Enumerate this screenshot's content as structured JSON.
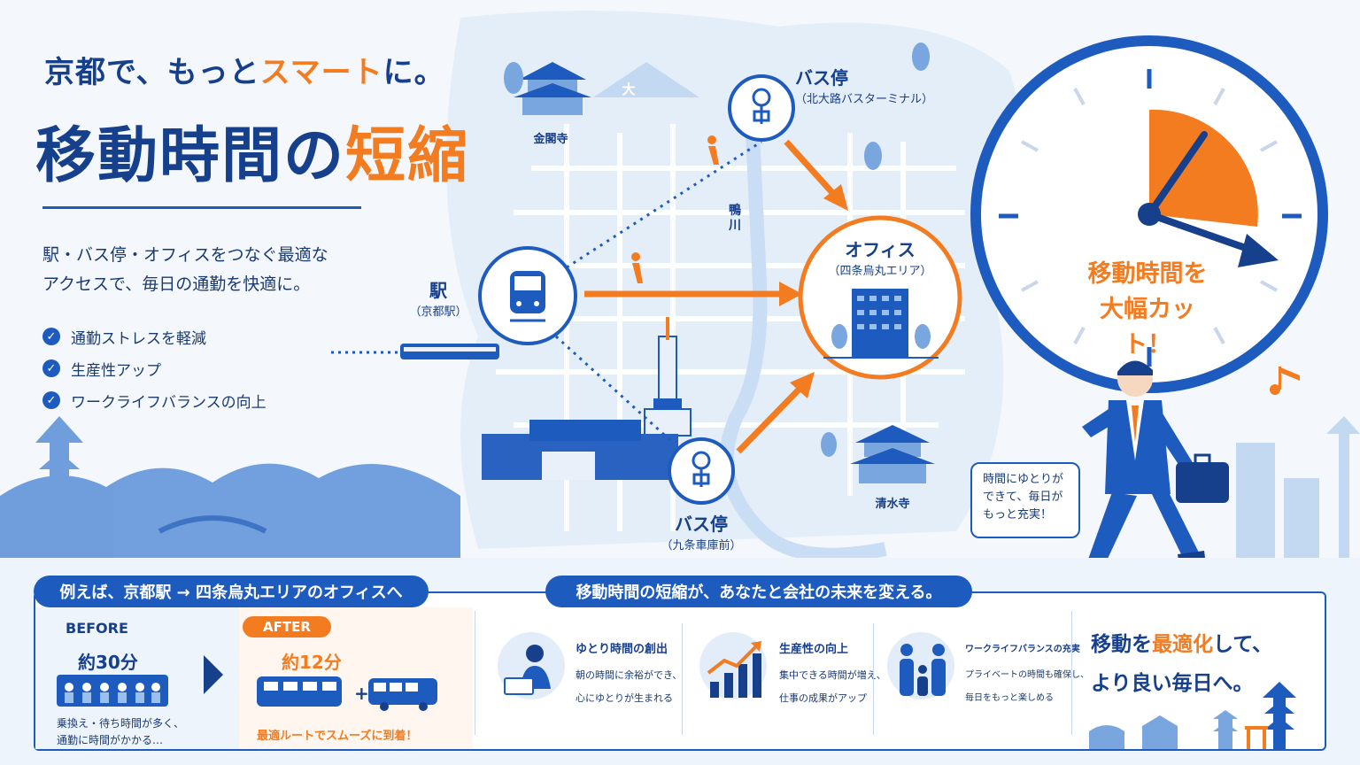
{
  "hero": {
    "subtitle_pre": "京都で、もっと",
    "subtitle_accent": "スマート",
    "subtitle_post": "に。",
    "title_main": "移動時間の",
    "title_accent": "短縮",
    "lead_line1": "駅・バス停・オフィスをつなぐ最適な",
    "lead_line2": "アクセスで、毎日の通勤を快適に。",
    "checks": [
      "通勤ストレスを軽減",
      "生産性アップ",
      "ワークライフバランスの向上"
    ]
  },
  "map": {
    "station_name": "駅",
    "station_sub": "（京都駅）",
    "bus_north_name": "バス停",
    "bus_north_sub": "（北大路バスターミナル）",
    "bus_south_name": "バス停",
    "bus_south_sub": "（九条車庫前）",
    "office_name": "オフィス",
    "office_sub": "（四条烏丸エリア）",
    "landmark_kinkakuji": "金閣寺",
    "landmark_kiyomizu": "清水寺",
    "river": "鴨川",
    "mountain_mark": "大"
  },
  "clock": {
    "line1": "移動時間を",
    "line2": "大幅カット！"
  },
  "bubble": {
    "line1": "時間にゆとりが",
    "line2": "できて、毎日が",
    "line3": "もっと充実！"
  },
  "bottom": {
    "example_tag": "例えば、京都駅 → 四条烏丸エリアのオフィスへ",
    "before_label": "BEFORE",
    "before_value": "約30分",
    "before_note1": "乗換え・待ち時間が多く、",
    "before_note2": "通勤に時間がかかる…",
    "after_label": "AFTER",
    "after_value": "約12分",
    "after_note": "最適ルートでスムーズに到着！",
    "future_tag": "移動時間の短縮が、あなたと会社の未来を変える。",
    "benefits": [
      {
        "title": "ゆとり時間の創出",
        "body1": "朝の時間に余裕ができ、",
        "body2": "心にゆとりが生まれる"
      },
      {
        "title": "生産性の向上",
        "body1": "集中できる時間が増え、",
        "body2": "仕事の成果がアップ"
      },
      {
        "title": "ワークライフバランスの充実",
        "body1": "プライベートの時間も確保し、",
        "body2": "毎日をもっと楽しめる"
      }
    ],
    "closing_pre": "移動を",
    "closing_accent": "最適化",
    "closing_post": "して、",
    "closing_line2": "より良い毎日へ。"
  },
  "colors": {
    "primary": "#1e5bbf",
    "navy": "#163f8c",
    "accent": "#f37b20",
    "map_bg": "#e4eef9"
  }
}
